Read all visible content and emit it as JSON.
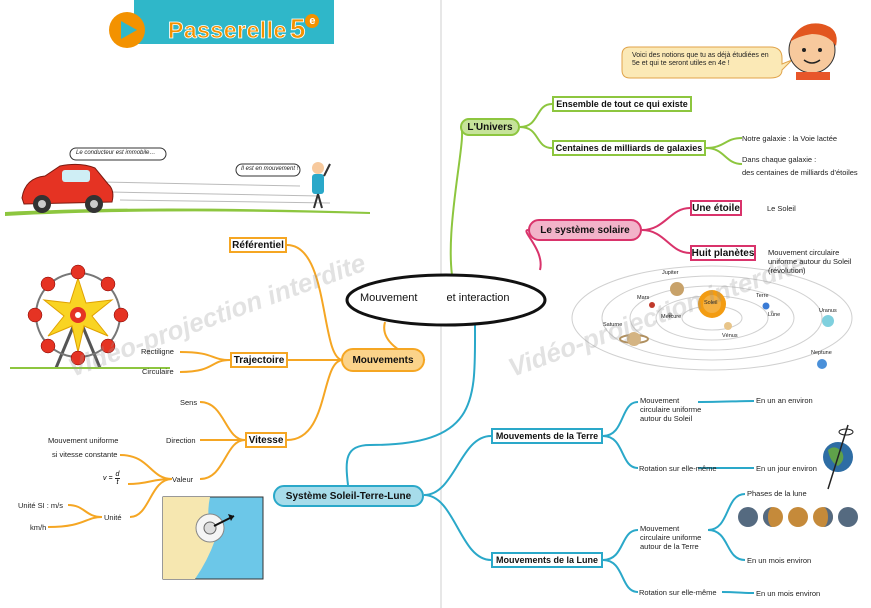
{
  "header": {
    "title": "Passerelle",
    "grade_number": "5",
    "grade_suffix": "e"
  },
  "speech": {
    "text": "Voici des notions que tu as déjà étudiées en 5e et qui te seront utiles en 4e !"
  },
  "car_scene": {
    "bubble1": "Le conducteur est immobile…",
    "bubble2": "Il est en mouvement !"
  },
  "central": {
    "part1": "Mouvement",
    "part2": "et interaction"
  },
  "watermark": "Vidéo-projection interdite",
  "left": {
    "mouvements": "Mouvements",
    "referentiel": "Référentiel",
    "trajectoire": "Trajectoire",
    "rectiligne": "Rectiligne",
    "circulaire": "Circulaire",
    "vitesse": "Vitesse",
    "sens": "Sens",
    "direction": "Direction",
    "mvt_uniforme_line1": "Mouvement uniforme",
    "mvt_uniforme_line2": "si vitesse constante",
    "formula_v": "v =",
    "formula_num": "d",
    "formula_den": "t",
    "valeur": "Valeur",
    "unite_si": "Unité SI : m/s",
    "kmh": "km/h",
    "unite": "Unité"
  },
  "right": {
    "univers": "L'Univers",
    "ensemble": "Ensemble de tout ce qui existe",
    "centaines": "Centaines de milliards de galaxies",
    "notre_galaxie": "Notre galaxie : la Voie lactée",
    "chaque_line1": "Dans chaque galaxie :",
    "chaque_line2": "des centaines de milliards d'étoiles",
    "systeme_solaire": "Le système solaire",
    "une_etoile": "Une étoile",
    "le_soleil": "Le Soleil",
    "huit_planetes": "Huit planètes",
    "mvt_circ_line1": "Mouvement circulaire",
    "mvt_circ_line2": "uniforme autour du Soleil",
    "mvt_circ_line3": "(révolution)",
    "planets": {
      "jupiter": "Jupiter",
      "mars": "Mars",
      "soleil": "Soleil",
      "terre": "Terre",
      "lune": "Lune",
      "mercure": "Mercure",
      "venus": "Vénus",
      "saturne": "Saturne",
      "uranus": "Uranus",
      "neptune": "Neptune"
    }
  },
  "bottom": {
    "systeme_stl": "Système Soleil-Terre-Lune",
    "mvt_terre": "Mouvements de la Terre",
    "mt_circ_line1": "Mouvement",
    "mt_circ_line2": "circulaire uniforme",
    "mt_circ_line3": "autour du Soleil",
    "un_an": "En un an environ",
    "rotation_terre": "Rotation sur elle-même",
    "un_jour": "En un jour environ",
    "mvt_lune": "Mouvements de la Lune",
    "ml_circ_line1": "Mouvement",
    "ml_circ_line2": "circulaire uniforme",
    "ml_circ_line3": "autour de la Terre",
    "phases": "Phases de la lune",
    "un_mois_1": "En un mois environ",
    "rotation_lune": "Rotation sur elle-même",
    "un_mois_2": "En un mois environ"
  },
  "colors": {
    "orange": "#f5a623",
    "green": "#8dc63f",
    "pink": "#d9336b",
    "blue": "#2aa8c9",
    "banner": "#2fb7c9",
    "title": "#f39200"
  }
}
